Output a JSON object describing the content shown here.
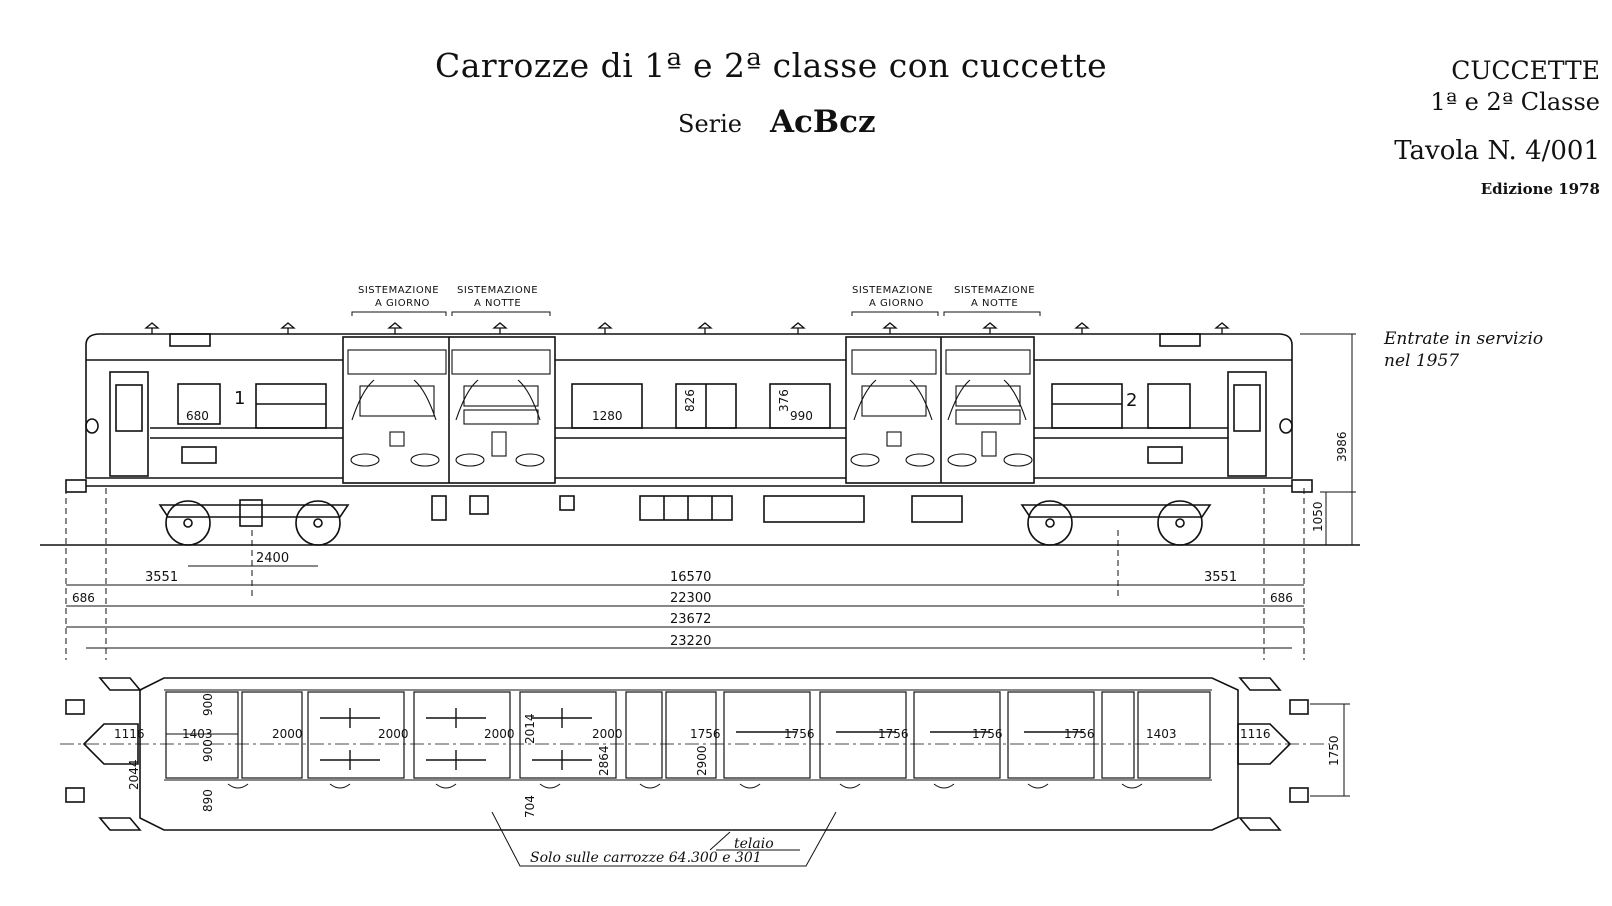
{
  "header": {
    "title": "Carrozze di 1ª e 2ª classe con cuccette",
    "serie_label": "Serie",
    "serie_code": "AcBcz"
  },
  "corner": {
    "line1": "CUCCETTE",
    "line2": "1ª e 2ª Classe",
    "tavola": "Tavola N. 4/001",
    "edizione": "Edizione 1978"
  },
  "note": {
    "line1": "Entrate in servizio",
    "line2": "nel 1957"
  },
  "side_view": {
    "left_pair": {
      "giorno": [
        "SISTEMAZIONE",
        "A GIORNO"
      ],
      "notte": [
        "SISTEMAZIONE",
        "A NOTTE"
      ]
    },
    "right_pair": {
      "giorno": [
        "SISTEMAZIONE",
        "A GIORNO"
      ],
      "notte": [
        "SISTEMAZIONE",
        "A NOTTE"
      ]
    },
    "class_marks": [
      "1",
      "2"
    ],
    "window_dims": [
      "680",
      "1280",
      "826",
      "376",
      "990"
    ]
  },
  "dimensions": {
    "height": "3986",
    "buffer_height": "1050",
    "bogie_wheelbase": "2400",
    "overhang_left": "3551",
    "bogie_centres": "16570",
    "overhang_right": "3551",
    "end_left": "686",
    "body_length": "22300",
    "end_right": "686",
    "over_buffers": "23672",
    "frame_length": "23220",
    "width": "1750"
  },
  "plan_view": {
    "compartments_first": [
      "2000",
      "2000",
      "2000",
      "2000"
    ],
    "compartments_second": [
      "1756",
      "1756",
      "1756",
      "1756",
      "1756"
    ],
    "end_left": "1116",
    "end_right": "1116",
    "wc_left": "1403",
    "wc_right": "1403",
    "small": [
      "900",
      "900",
      "2044",
      "890",
      "704",
      "2014",
      "2864",
      "2900"
    ],
    "telaio": "telaio",
    "footnote": "Solo sulle carrozze 64.300 e 301"
  }
}
